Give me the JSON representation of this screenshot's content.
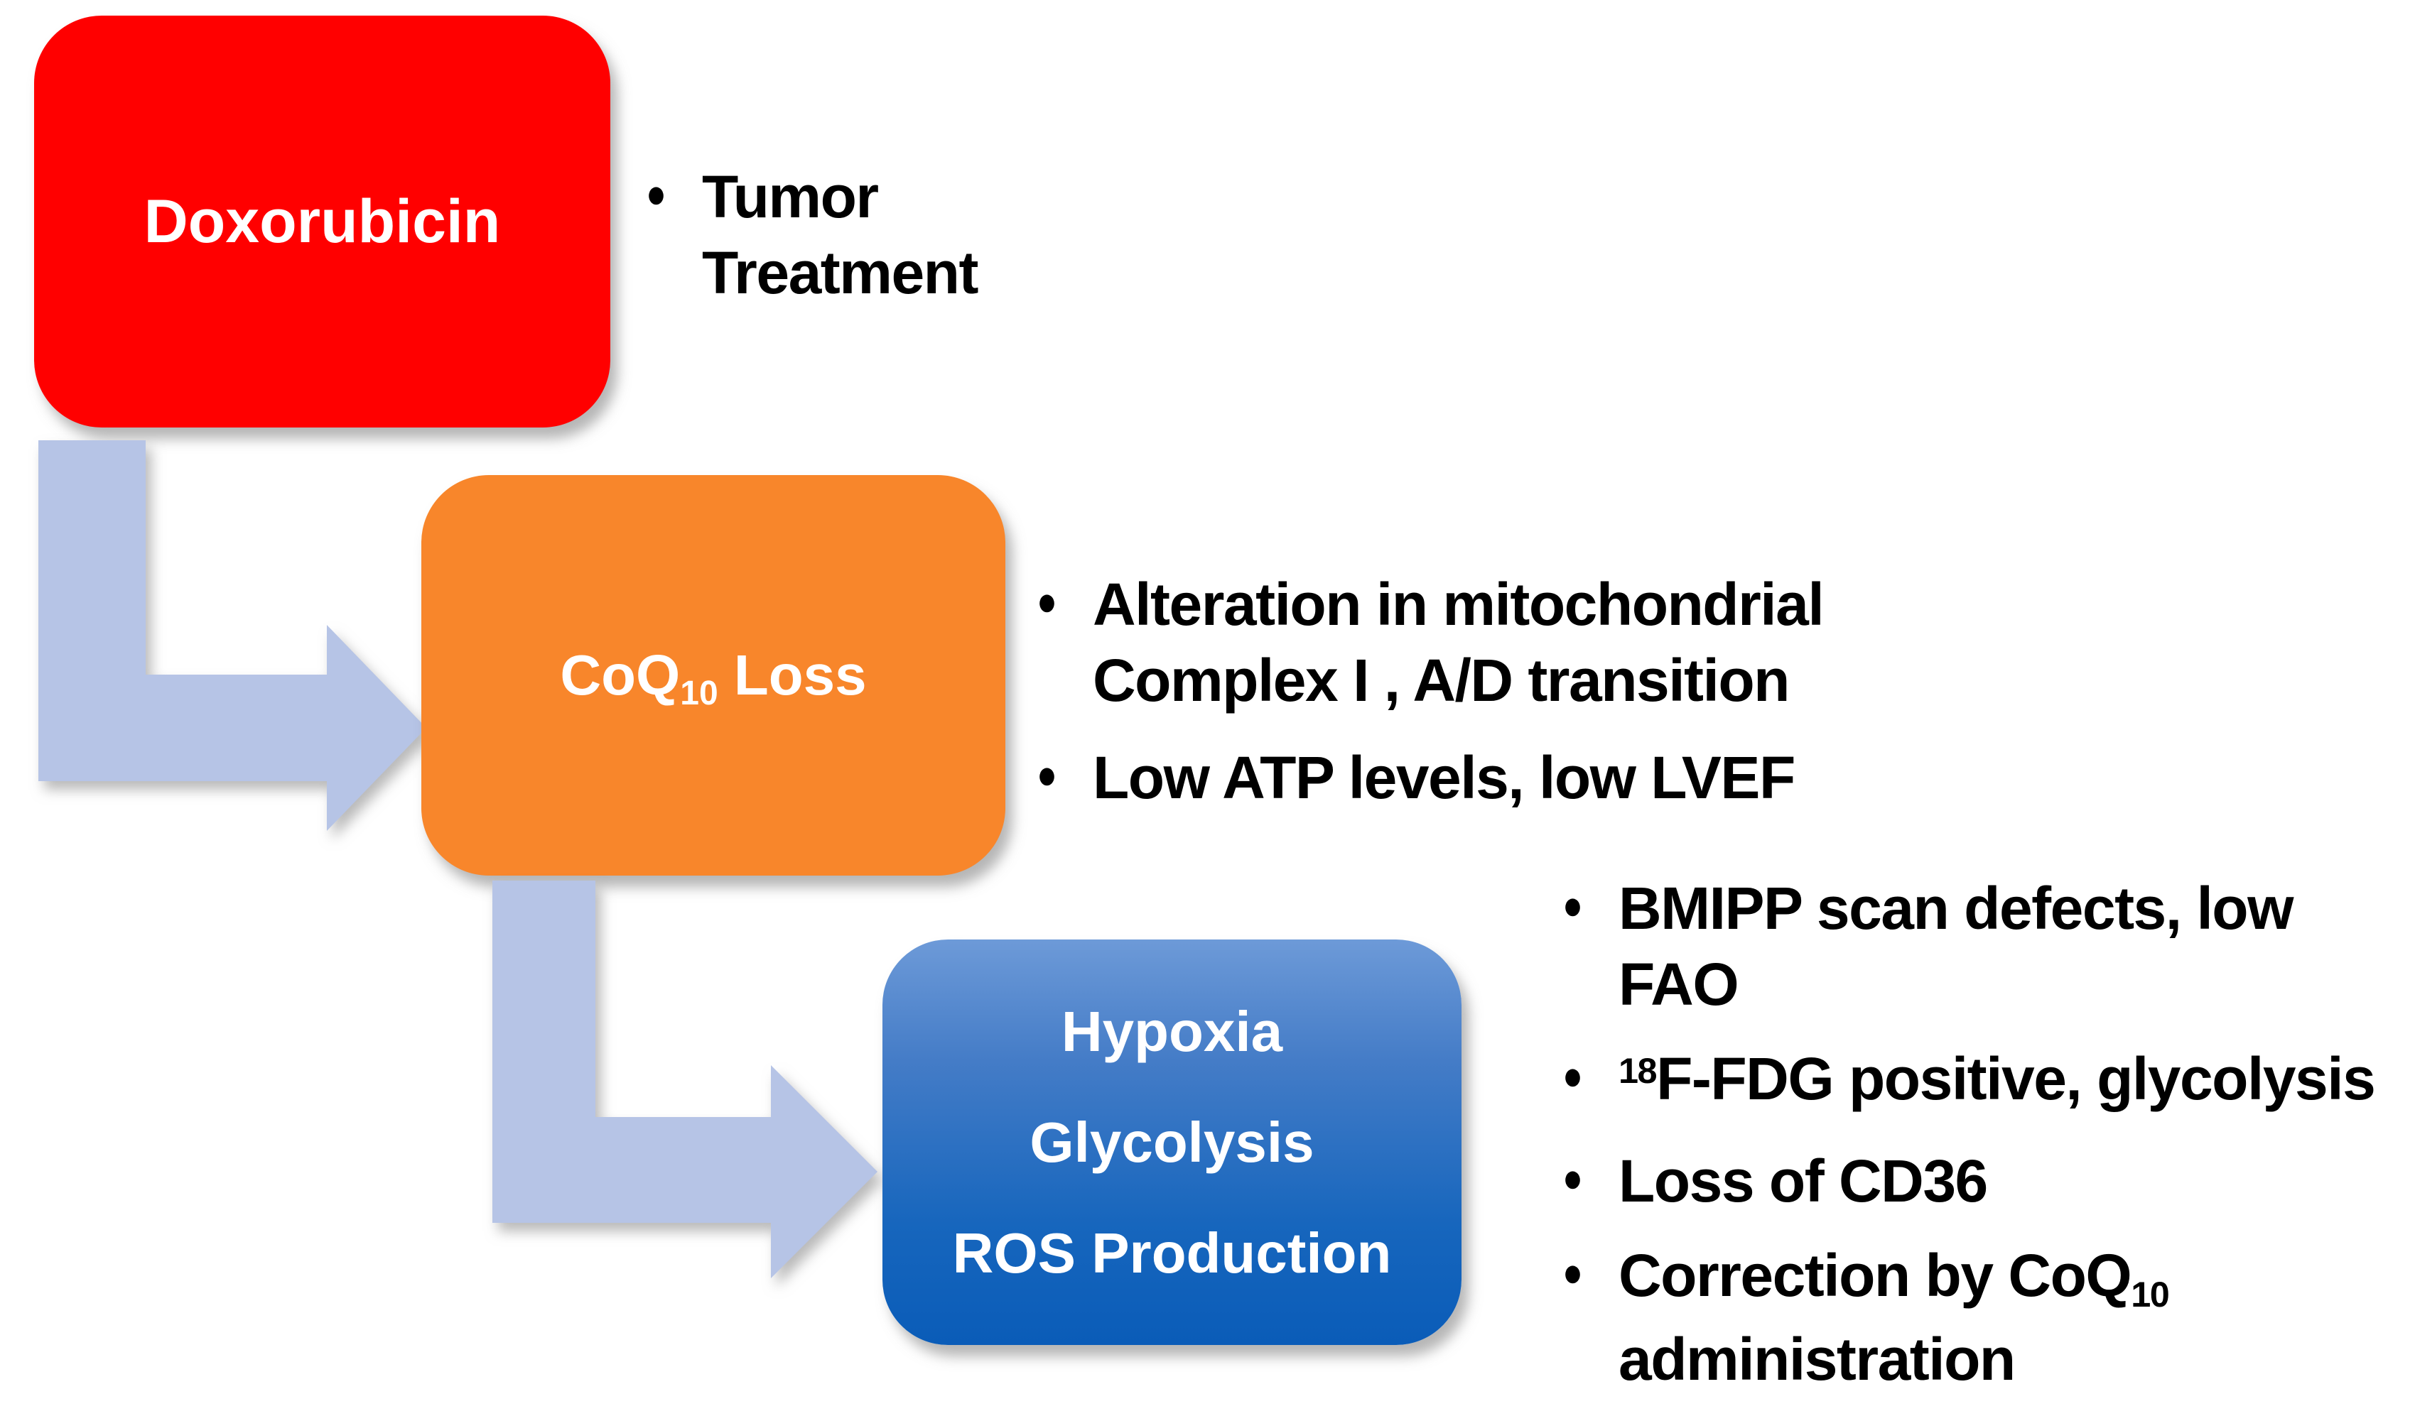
{
  "colors": {
    "red": "#ff0000",
    "orange": "#f8862b",
    "blue_top": "#6d9ad8",
    "blue_bottom": "#0a5cb8",
    "arrow": "#b6c4e6",
    "text_dark": "#000000",
    "text_light": "#ffffff"
  },
  "boxes": {
    "doxorubicin": {
      "label": "Doxorubicin"
    },
    "coq10": {
      "prefix": "CoQ",
      "sub": "10",
      "suffix": " Loss"
    },
    "outcome": {
      "line1": "Hypoxia",
      "line2": "Glycolysis",
      "line3": "ROS Production"
    }
  },
  "bullet_groups": {
    "tumor": {
      "items": [
        {
          "text": "Tumor Treatment"
        }
      ]
    },
    "coq10_effects": {
      "items": [
        {
          "text": "Alteration in mitochondrial Complex I , A/D transition"
        },
        {
          "text": "Low ATP levels, low LVEF"
        }
      ]
    },
    "outcome_effects": {
      "items": [
        {
          "text": "BMIPP scan defects, low FAO"
        },
        {
          "sup": "18",
          "text": "F-FDG positive, glycolysis"
        },
        {
          "text": "Loss of CD36"
        },
        {
          "prefix": "Correction by CoQ",
          "sub": "10",
          "suffix": " administration"
        }
      ]
    }
  }
}
